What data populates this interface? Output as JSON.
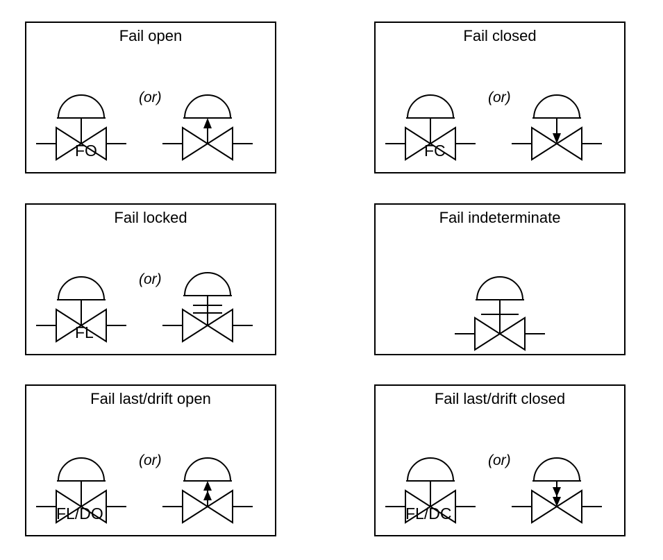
{
  "figure": {
    "kind": "valve-failure-position-symbols",
    "stroke_color": "#000000",
    "background_color": "#ffffff",
    "or_label": "(or)"
  },
  "panels": [
    {
      "id": "fail-open",
      "title": "Fail open",
      "code": "FO",
      "or_label": "(or)",
      "left_symbol": "plain-stem-globe-valve-with-diaphragm-actuator",
      "right_symbol": "single-arrow-up-globe-valve-with-diaphragm-actuator"
    },
    {
      "id": "fail-closed",
      "title": "Fail closed",
      "code": "FC",
      "or_label": "(or)",
      "left_symbol": "plain-stem-globe-valve-with-diaphragm-actuator",
      "right_symbol": "single-arrow-down-globe-valve-with-diaphragm-actuator"
    },
    {
      "id": "fail-locked",
      "title": "Fail locked",
      "code": "FL",
      "or_label": "(or)",
      "left_symbol": "plain-stem-globe-valve-with-diaphragm-actuator",
      "right_symbol": "double-bar-lock-stem-globe-valve-with-diaphragm-actuator"
    },
    {
      "id": "fail-indeterminate",
      "title": "Fail indeterminate",
      "code": "",
      "or_label": "",
      "left_symbol": "single-bar-stem-globe-valve-with-diaphragm-actuator",
      "right_symbol": ""
    },
    {
      "id": "fail-last-drift-open",
      "title": "Fail last/drift open",
      "code": "FL/DO",
      "or_label": "(or)",
      "left_symbol": "plain-stem-globe-valve-with-diaphragm-actuator",
      "right_symbol": "double-arrow-up-globe-valve-with-diaphragm-actuator"
    },
    {
      "id": "fail-last-drift-closed",
      "title": "Fail last/drift closed",
      "code": "FL/DC",
      "or_label": "(or)",
      "left_symbol": "plain-stem-globe-valve-with-diaphragm-actuator",
      "right_symbol": "double-arrow-down-globe-valve-with-diaphragm-actuator"
    }
  ]
}
